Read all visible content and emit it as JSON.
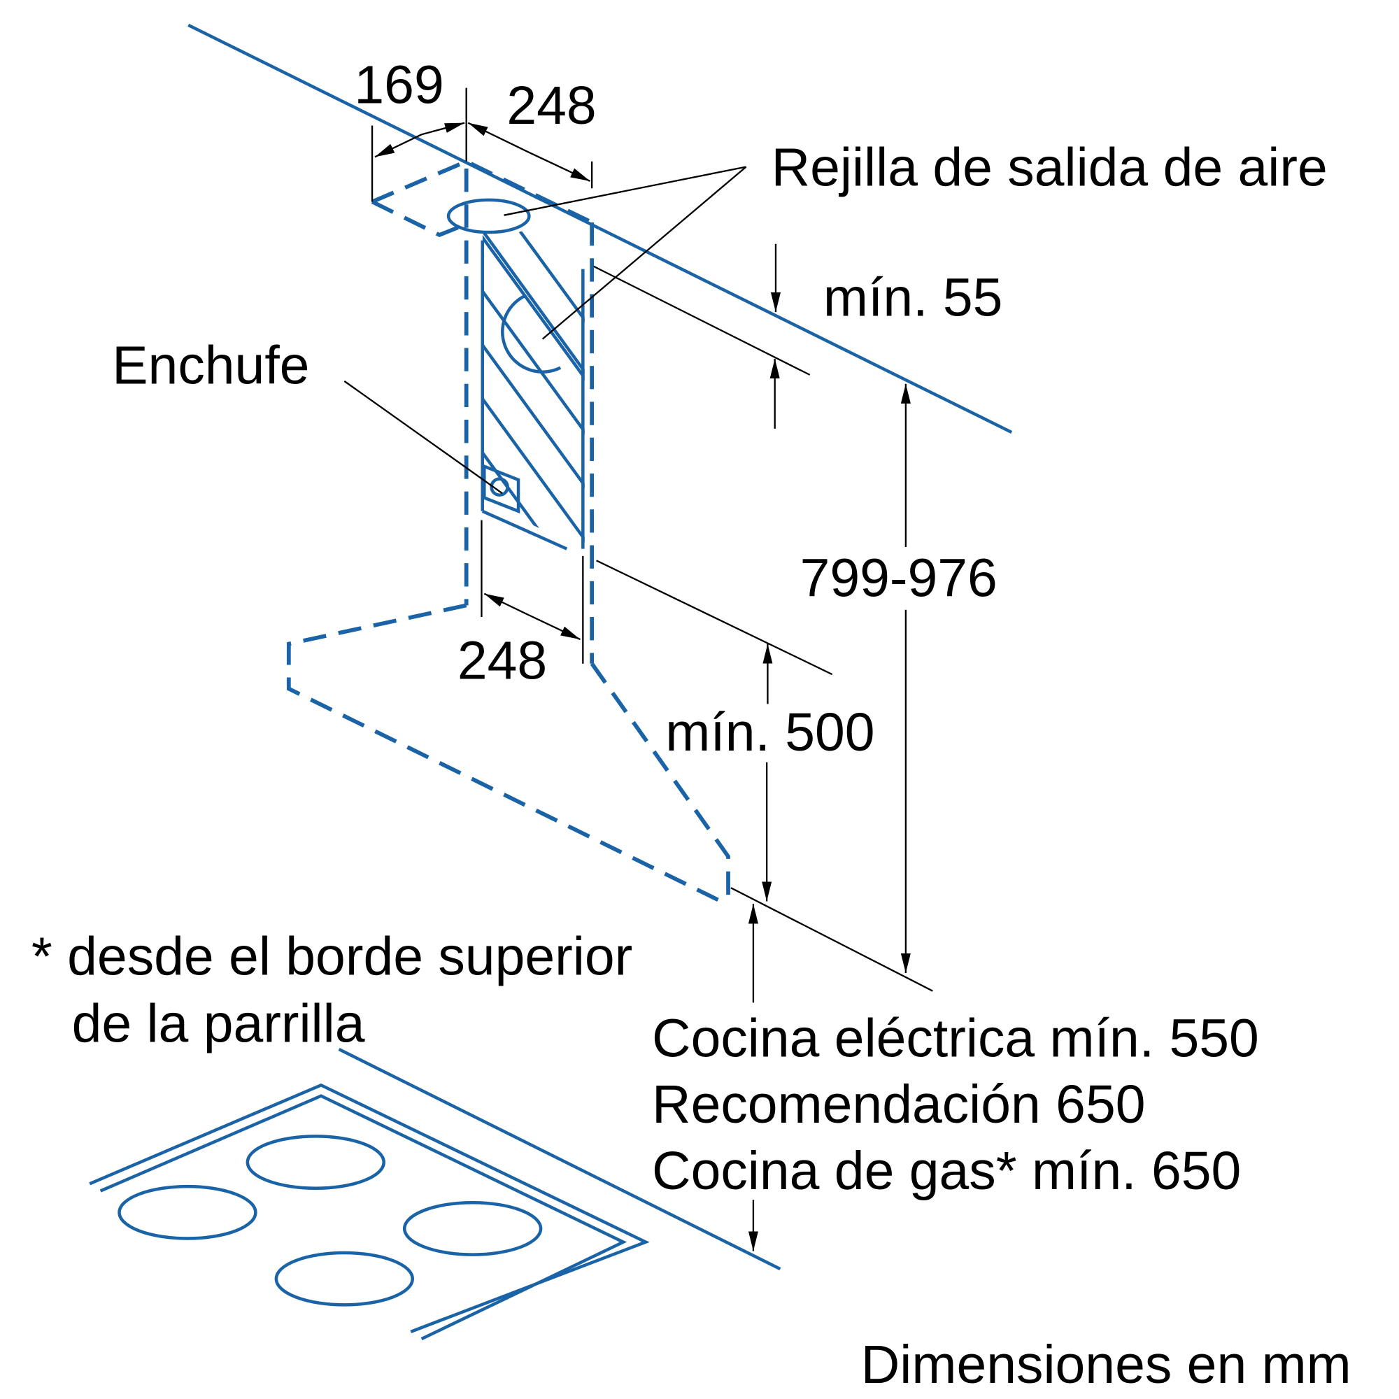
{
  "labels": {
    "dim_169": "169",
    "dim_248_top": "248",
    "dim_248_bottom": "248",
    "air_outlet": "Rejilla de salida de aire",
    "min_55": "mín. 55",
    "socket": "Enchufe",
    "dim_799_976": "799-976",
    "min_500": "mín. 500",
    "footnote_line1": "* desde el borde superior",
    "footnote_line2": "de la parrilla",
    "electric": "Cocina eléctrica mín. 550",
    "recommendation": "Recomendación 650",
    "gas": "Cocina de gas* mín. 650",
    "units": "Dimensiones en mm"
  },
  "colors": {
    "line": "#1a63a6",
    "text": "#000000"
  }
}
